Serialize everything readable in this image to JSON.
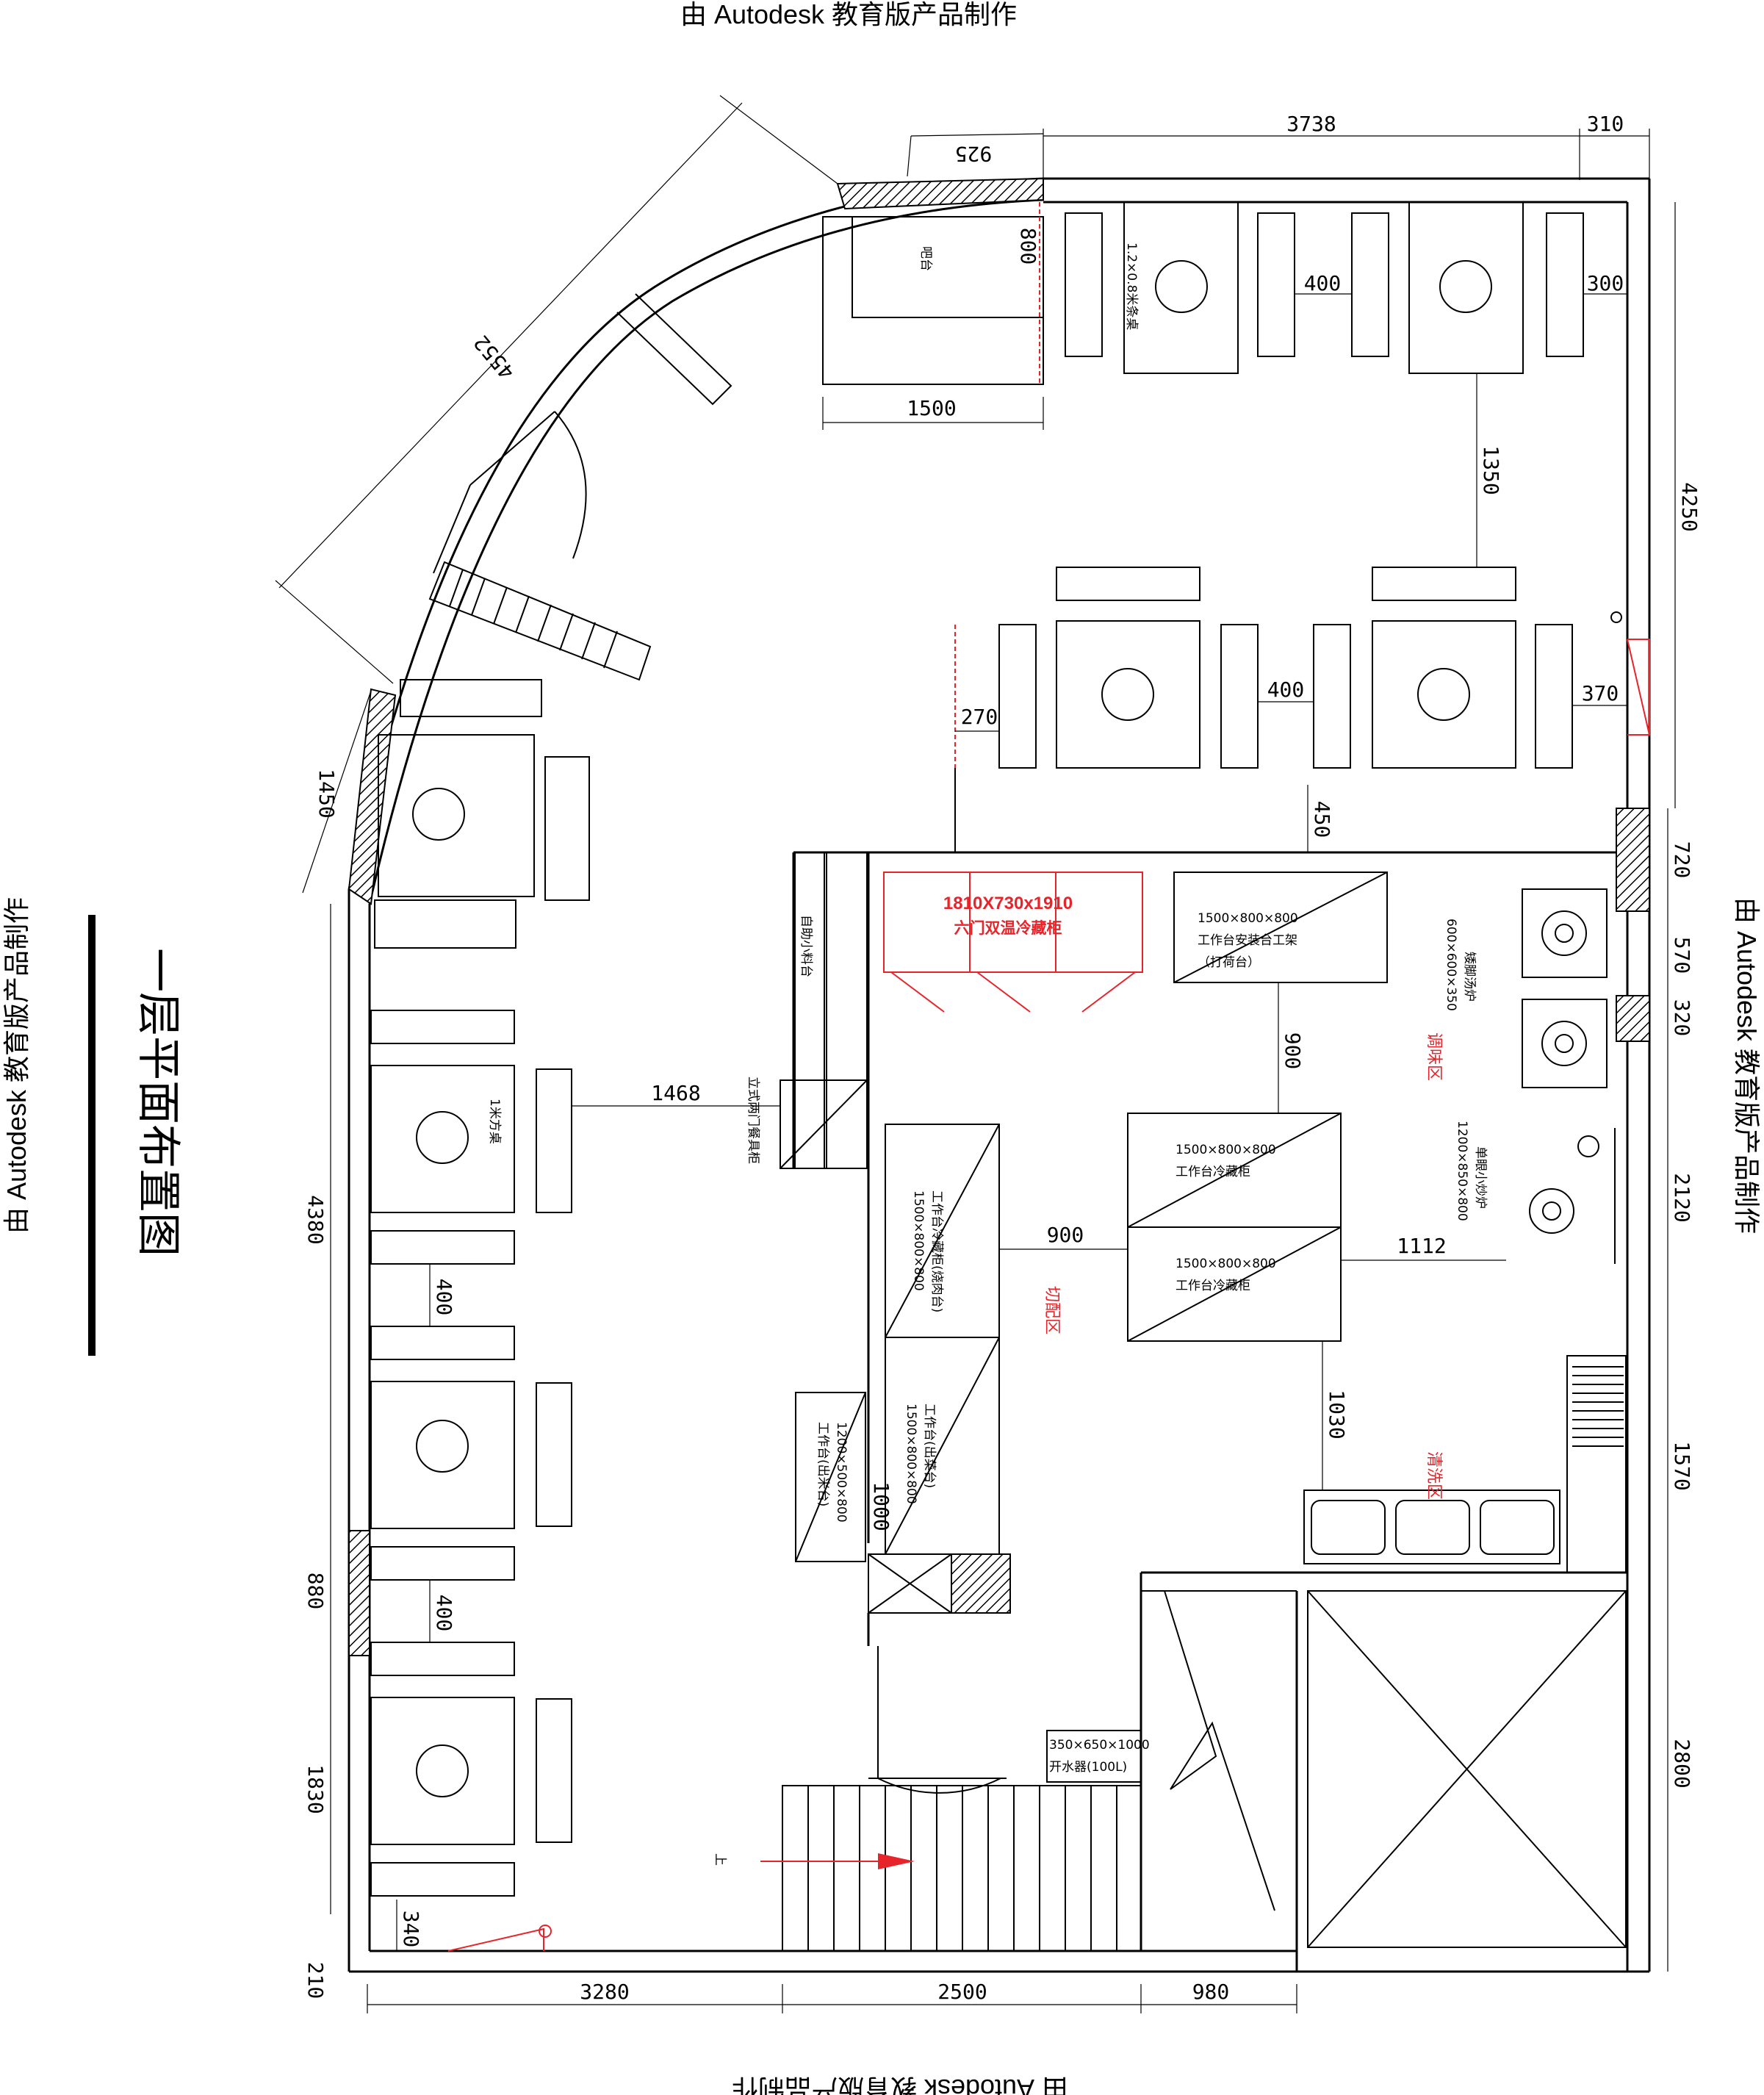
{
  "watermark": "由 Autodesk 教育版产品制作",
  "title": "一层平面布置图",
  "dimensions": {
    "d3738": "3738",
    "d310": "310",
    "d925": "925",
    "d800": "800",
    "d1500": "1500",
    "d4552": "4552",
    "d400a": "400",
    "d300": "300",
    "d4250": "4250",
    "d1350": "1350",
    "d270": "270",
    "d400b": "400",
    "d370": "370",
    "d450": "450",
    "d1450": "1450",
    "d720": "720",
    "d570": "570",
    "d320": "320",
    "d2120": "2120",
    "d900a": "900",
    "d1468": "1468",
    "d4380": "4380",
    "d400c": "400",
    "d900b": "900",
    "d1112": "1112",
    "d1570": "1570",
    "d1030": "1030",
    "d1000": "1000",
    "d880": "880",
    "d400d": "400",
    "d2800": "2800",
    "d1830": "1830",
    "d340": "340",
    "d210": "210",
    "d3280": "3280",
    "d2500": "2500",
    "d980": "980"
  },
  "labels": {
    "bar": "吧台",
    "table_1208": "1.2×0.8米条桌",
    "table_1m": "1米方桌",
    "self_serve": "自助小料台",
    "cabinet": "立式两门餐具柜",
    "fridge_size": "1810X730x1910",
    "fridge_name": "六门双温冷藏柜",
    "bench_top_1": "1500×800×800",
    "bench_top_2": "工作台安装台工架",
    "bench_top_3": "（打荷台）",
    "stove_spec": "600×600×350",
    "stove_name": "矮脚汤炉",
    "wok_spec": "1200×850×800",
    "wok_name": "单眼小炒炉",
    "bench_mid1_1": "1500×800×800",
    "bench_mid1_2": "工作台冷藏柜",
    "bench_mid2_1": "1500×800×800",
    "bench_mid2_2": "工作台冷藏柜",
    "bench_left1_1": "1500×800×800",
    "bench_left1_2": "工作台冷藏柜(烧肉台)",
    "bench_left2_1": "1500×800×800",
    "bench_left2_2": "工作台(出菜台)",
    "bench_small_1": "1200×500×800",
    "bench_small_2": "工作台(出米台)",
    "boiler_1": "350×650×1000",
    "boiler_2": "开水器(100L)",
    "up": "上"
  },
  "zones": {
    "cooking": "调味区",
    "prep": "切配区",
    "wash": "清洗区"
  },
  "colors": {
    "red": "#e8242b",
    "line": "#000000"
  }
}
